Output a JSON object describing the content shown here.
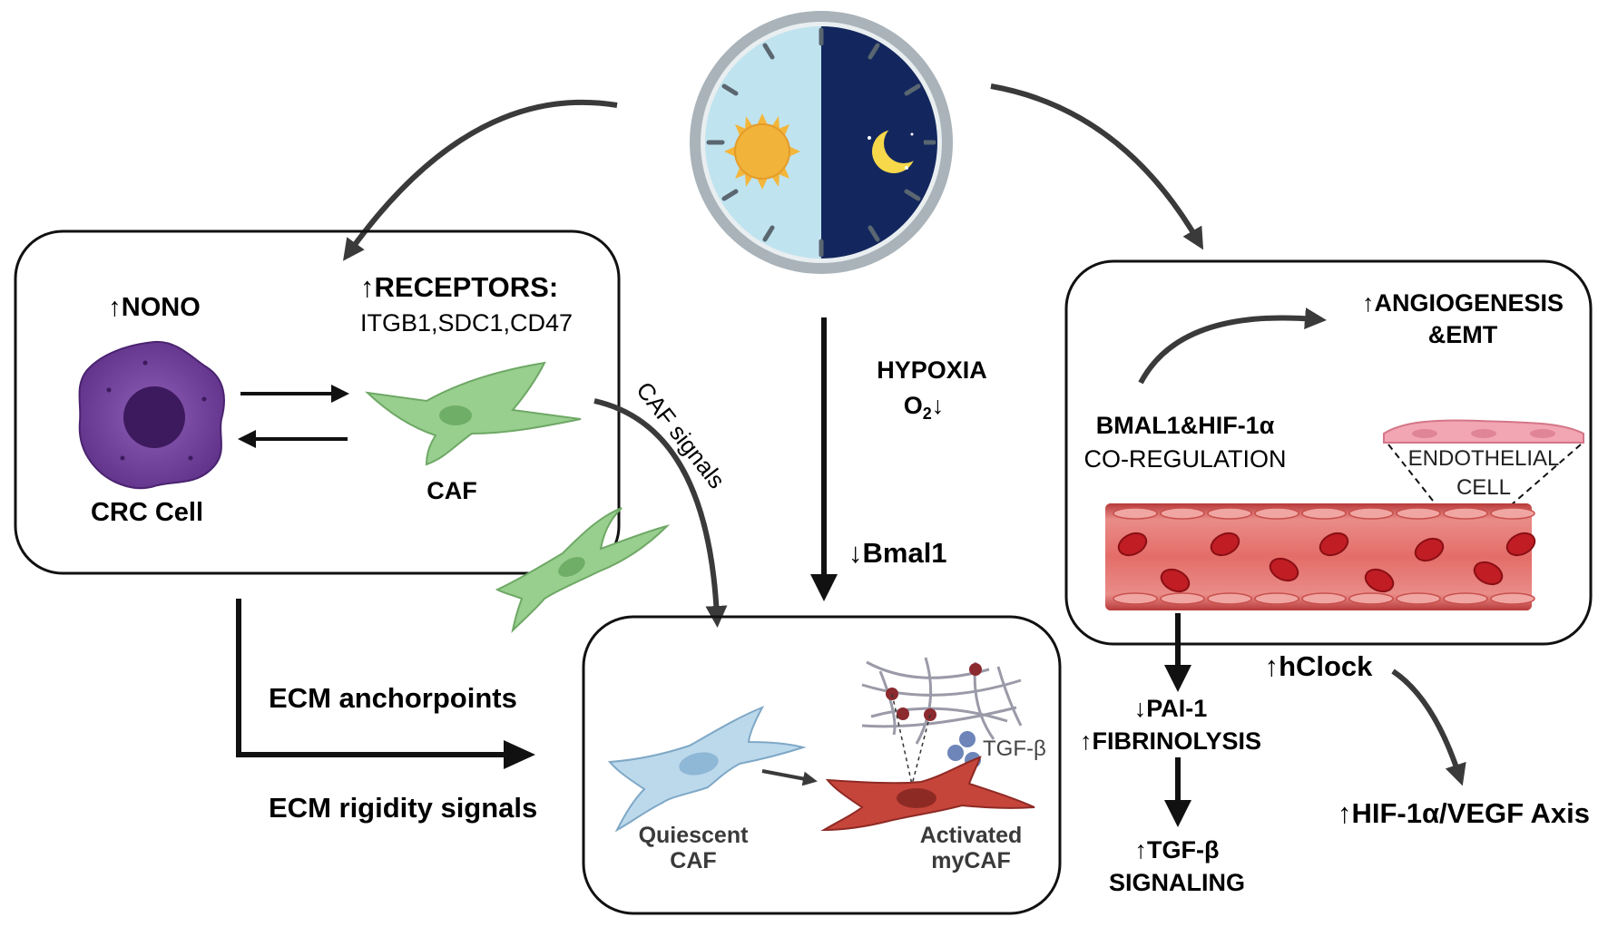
{
  "colors": {
    "day_sky": "#bfe3ef",
    "night_sky": "#13275e",
    "clock_rim": "#a9b3b9",
    "sun": "#f3b63a",
    "moon": "#f6d84a",
    "caf_green": "#98cf8f",
    "crc_purple": "#7b4ba5",
    "quiescent_blue": "#bcd9ec",
    "activated_red": "#c6453b",
    "vessel_red": "#d95f5f",
    "endothelial_pink": "#f2a5b2",
    "arrow_dark": "#3a3a3a"
  },
  "clock": {
    "sun_icon": "sun-icon",
    "moon_icon": "moon-icon"
  },
  "left_box": {
    "nono": "↑NONO",
    "receptors_title": "↑RECEPTORS:",
    "receptors_list": "ITGB1,SDC1,CD47",
    "crc_label": "CRC Cell",
    "caf_label": "CAF"
  },
  "center": {
    "hypoxia": "HYPOXIA",
    "o2": "O",
    "o2_sub": "2",
    "o2_arrow": "↓",
    "bmal1": "↓Bmal1",
    "caf_signals": "CAF signals"
  },
  "ecm": {
    "anchorpoints": "ECM anchorpoints",
    "rigidity": "ECM rigidity signals"
  },
  "bottom_box": {
    "quiescent_line1": "Quiescent",
    "quiescent_line2": "CAF",
    "activated_line1": "Activated",
    "activated_line2": "myCAF",
    "tgf_label": "TGF-β"
  },
  "right_box": {
    "angiogenesis_line1": "↑ANGIOGENESIS",
    "angiogenesis_line2": "&EMT",
    "bmal_hif": "BMAL1&HIF-1α",
    "coregulation": "CO-REGULATION",
    "endothelial_line1": "ENDOTHELIAL",
    "endothelial_line2": "CELL"
  },
  "bottom_right": {
    "hclock": "↑hClock",
    "pai": "↓PAI-1",
    "fibrinolysis": "↑FIBRINOLYSIS",
    "tgf_signal_line1": "↑TGF-β",
    "tgf_signal_line2": "SIGNALING",
    "hif_vegf": "↑HIF-1α/VEGF Axis"
  }
}
